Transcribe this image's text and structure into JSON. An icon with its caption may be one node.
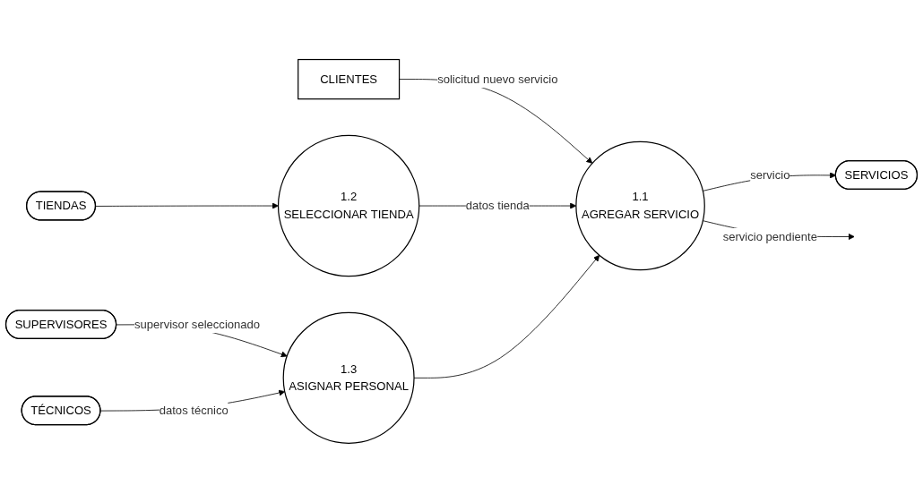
{
  "diagram": {
    "nodes": [
      {
        "text": [
          "CLIENTES"
        ]
      },
      {
        "text": [
          "1.1",
          "AGREGAR SERVICIO"
        ]
      },
      {
        "text": [
          "SERVICIOS"
        ]
      },
      {
        "text": [
          "1.2",
          "SELECCIONAR TIENDA"
        ]
      },
      {
        "text": [
          "1.3",
          "ASIGNAR PERSONAL"
        ]
      },
      {
        "text": [
          "TIENDAS"
        ]
      },
      {
        "text": [
          "SUPERVISORES"
        ]
      },
      {
        "text": [
          "TÉCNICOS"
        ]
      }
    ],
    "edges": [
      {
        "from": 0,
        "to": 1,
        "arrow": "to",
        "label": "solicitud nuevo servicio"
      },
      {
        "from": 1,
        "to": 2,
        "arrow": "to",
        "label": "servicio"
      },
      {
        "from": 1,
        "to": null,
        "arrow": "to",
        "label": "servicio pendiente"
      },
      {
        "from": 3,
        "to": 1,
        "arrow": "to",
        "label": "datos tienda"
      },
      {
        "from": 4,
        "to": 1,
        "arrow": "to"
      },
      {
        "from": 5,
        "to": 3,
        "arrow": "to"
      },
      {
        "from": 6,
        "to": 4,
        "arrow": "to",
        "label": "supervisor seleccionado"
      },
      {
        "from": 7,
        "to": 4,
        "arrow": "to",
        "label": "datos técnico"
      }
    ]
  }
}
